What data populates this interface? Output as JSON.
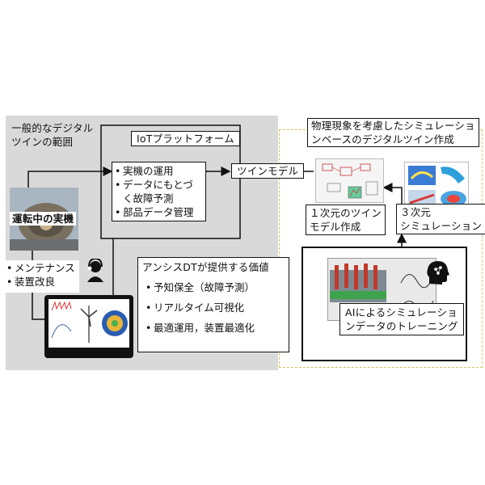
{
  "general_dt": {
    "label": "一般的なデジタル\nツインの範囲"
  },
  "iot_platform": {
    "title": "IoTプラットフォーム",
    "items": [
      "実機の運用",
      "データにもとづ\nく故障予測",
      "部品データ管理"
    ]
  },
  "twin_model": {
    "label": "ツインモデル"
  },
  "physics_sim": {
    "label": "物理現象を考慮したシミュレーショ\nンベースのデジタルツイン作成"
  },
  "operating_machine": {
    "label": "運転中の実機"
  },
  "maintenance": {
    "items": [
      "メンテナンス",
      "装置改良"
    ]
  },
  "ansys_value": {
    "title": "アンシスDTが提供する価値",
    "items": [
      "予知保全（故障予測）",
      "リアルタイム可視化",
      "最適運用，装置最適化"
    ]
  },
  "model_1d": {
    "label": "１次元のツイン\nモデル作成"
  },
  "sim_3d": {
    "label": "３次元\nシミュレーション"
  },
  "ai_training": {
    "label": "AIによるシミュレーショ\nンデータのトレーニング"
  },
  "colors": {
    "gray_region": "#d9d9d9",
    "dashed_border": "#d6c25a",
    "line": "#111111"
  }
}
